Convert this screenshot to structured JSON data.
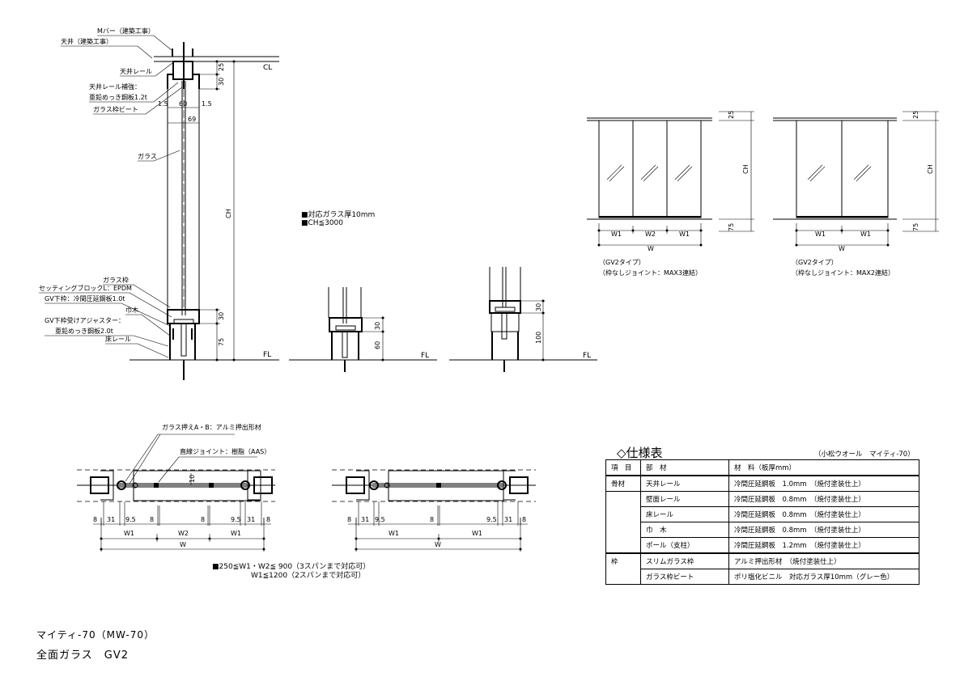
{
  "title": {
    "line1": "マイティ-70（MW-70）",
    "line2": "全面ガラス　GV2"
  },
  "notes": {
    "glass": "■対応ガラス厚10mm",
    "ch": "■CH≦3000",
    "span1": "■250≦W1・W2≦ 900（3スパンまで対応可）",
    "span2": "W1≦1200（2スパンまで対応可）"
  },
  "section_main": {
    "labels": [
      "Mバー（建築工事）",
      "天井（建築工事）",
      "天井レール",
      "天井レール補強：",
      "亜鉛めっき鋼板1.2t",
      "ガラス枠ビート",
      "ガラス",
      "ガラス枠",
      "セッティングブロックL：EPDM",
      "GV下枠：冷間圧延鋼板1.0t",
      "巾木",
      "GV下枠受けアジャスター：",
      "亜鉛めっき鋼板2.0t",
      "床レール"
    ],
    "dims": {
      "top1": "25",
      "top2": "30",
      "side_l": "1.5",
      "center": "60",
      "side_r": "1.5",
      "total": "69",
      "ch": "CH",
      "bot1": "30",
      "bot2": "75"
    },
    "cl": "CL",
    "fl": "FL"
  },
  "section_b": {
    "dim1": "30",
    "dim2": "60",
    "fl": "FL"
  },
  "section_c": {
    "dim1": "30",
    "dim2": "100",
    "fl": "FL"
  },
  "elevations": [
    {
      "spans": [
        "W1",
        "W2",
        "W1"
      ],
      "total": "W",
      "top": "25",
      "ch": "CH",
      "bottom": "75",
      "type": "（GV2タイプ）",
      "desc": "（枠なしジョイント：MAX3連結）"
    },
    {
      "spans": [
        "W1",
        "W1"
      ],
      "total": "W",
      "top": "25",
      "ch": "CH",
      "bottom": "75",
      "type": "（GV2タイプ）",
      "desc": "（枠なしジョイント：MAX2連結）"
    }
  ],
  "plans": {
    "label_press": "ガラス押えA・B：アルミ押出形材",
    "label_joint": "直線ジョイント：樹脂（AAS）",
    "gap": "10",
    "plan1": {
      "small": [
        "8",
        "31",
        "9.5",
        "8",
        "8",
        "9.5",
        "31",
        "8"
      ],
      "spans": [
        "W1",
        "W2",
        "W1"
      ],
      "total": "W"
    },
    "plan2": {
      "small": [
        "8",
        "31",
        "9.5",
        "8",
        "9.5",
        "31",
        "8"
      ],
      "spans": [
        "W1",
        "W1"
      ],
      "total": "W"
    }
  },
  "spec_table": {
    "title": "◇仕様表",
    "maker": "（小松ウオール　マイティ-70）",
    "headers": [
      "項　目",
      "部　材",
      "材　料（板厚mm）"
    ],
    "rows": [
      [
        "骨材",
        "天井レール",
        "冷間圧延鋼板　1.0mm　（焼付塗装仕上）"
      ],
      [
        "",
        "壁面レール",
        "冷間圧延鋼板　0.8mm　（焼付塗装仕上）"
      ],
      [
        "",
        "床レール",
        "冷間圧延鋼板　0.8mm　（焼付塗装仕上）"
      ],
      [
        "",
        "巾　木",
        "冷間圧延鋼板　0.8mm　（焼付塗装仕上）"
      ],
      [
        "",
        "ポール（支柱）",
        "冷間圧延鋼板　1.2mm　（焼付塗装仕上）"
      ],
      [
        "枠",
        "スリムガラス枠",
        "アルミ押出形材　（焼付塗装仕上）"
      ],
      [
        "",
        "ガラス枠ビート",
        "ポリ塩化ビニル　対応ガラス厚10mm（グレー色）"
      ]
    ]
  }
}
